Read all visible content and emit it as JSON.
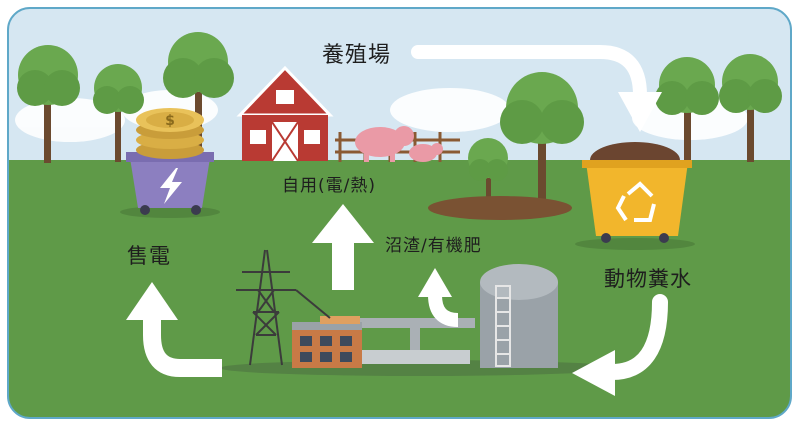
{
  "labels": {
    "farm": "養殖場",
    "self_use": "自用(電/熱)",
    "digestate": "沼渣/有機肥",
    "sell_power": "售電",
    "manure_water": "動物糞水"
  },
  "colors": {
    "frame": "#5fa8c8",
    "sky": "#d6e7f2",
    "grass": "#5f9a48",
    "barn": "#b93a33",
    "pig": "#ea9aa6",
    "bin_purple": "#8c7fc0",
    "bin_yellow": "#f2b62c",
    "coin": "#e9c25a",
    "arrow": "#ffffff"
  },
  "icons": [
    "money-coin-icon",
    "lightning-icon",
    "recycle-icon"
  ]
}
